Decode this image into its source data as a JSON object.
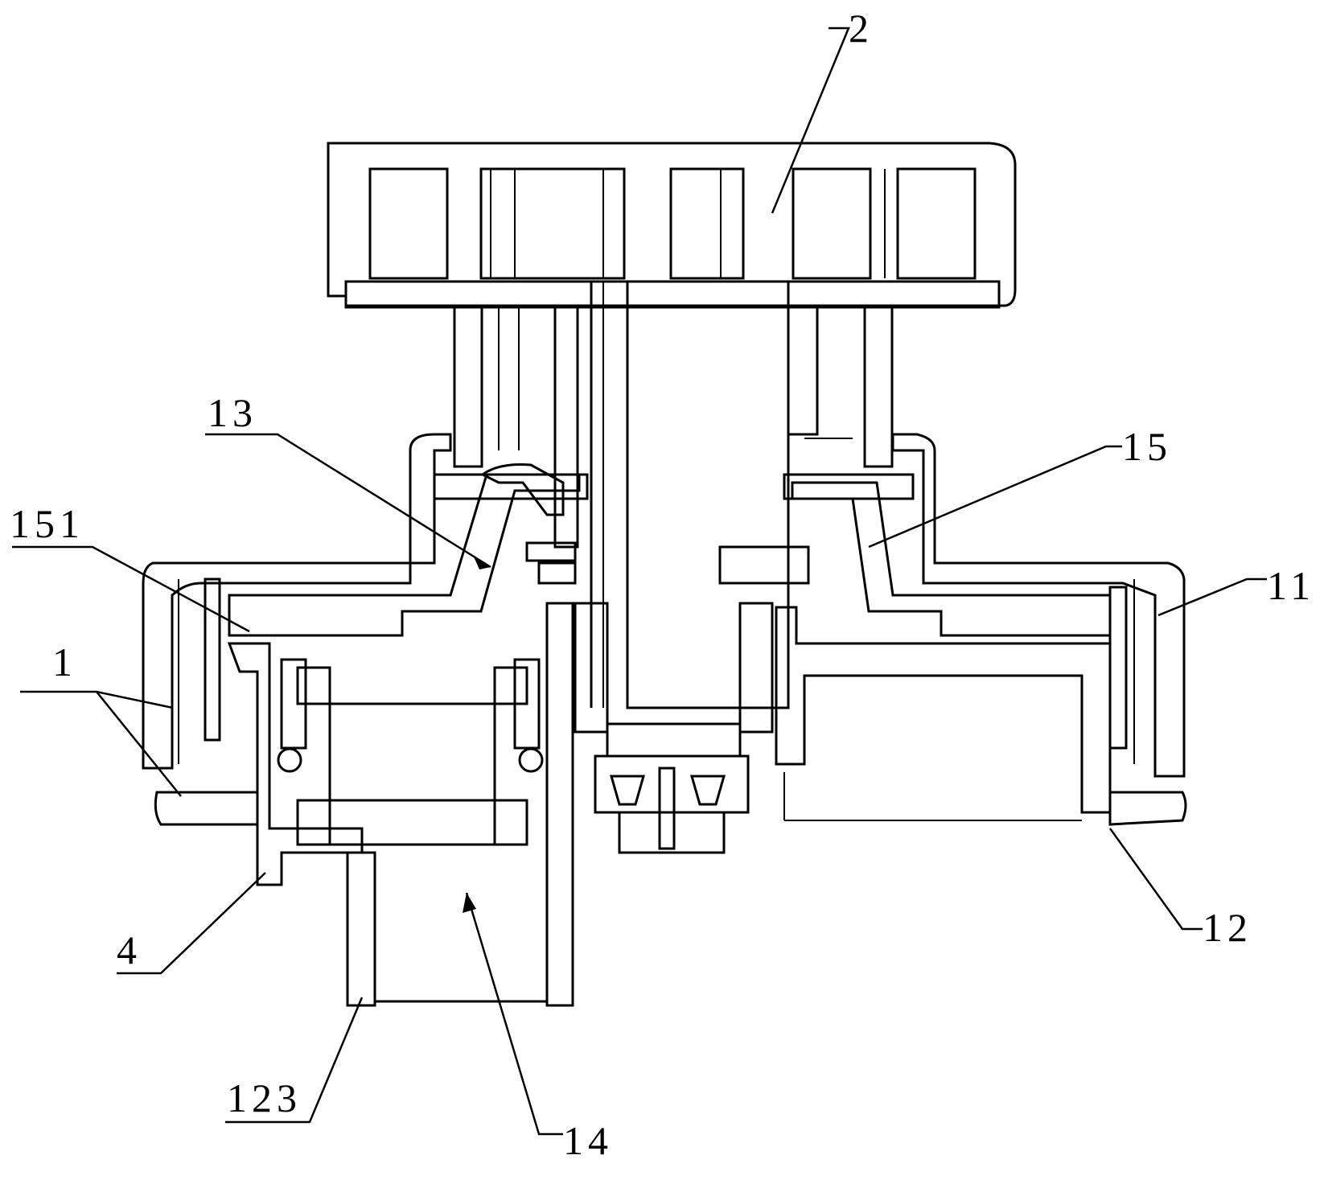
{
  "figure": {
    "labels": {
      "l2": "2",
      "l13": "13",
      "l15": "15",
      "l151": "151",
      "l11": "11",
      "l1": "1",
      "l4": "4",
      "l12": "12",
      "l123": "123",
      "l14": "14"
    }
  },
  "colors": {
    "line": "#000000",
    "background": "#ffffff"
  }
}
